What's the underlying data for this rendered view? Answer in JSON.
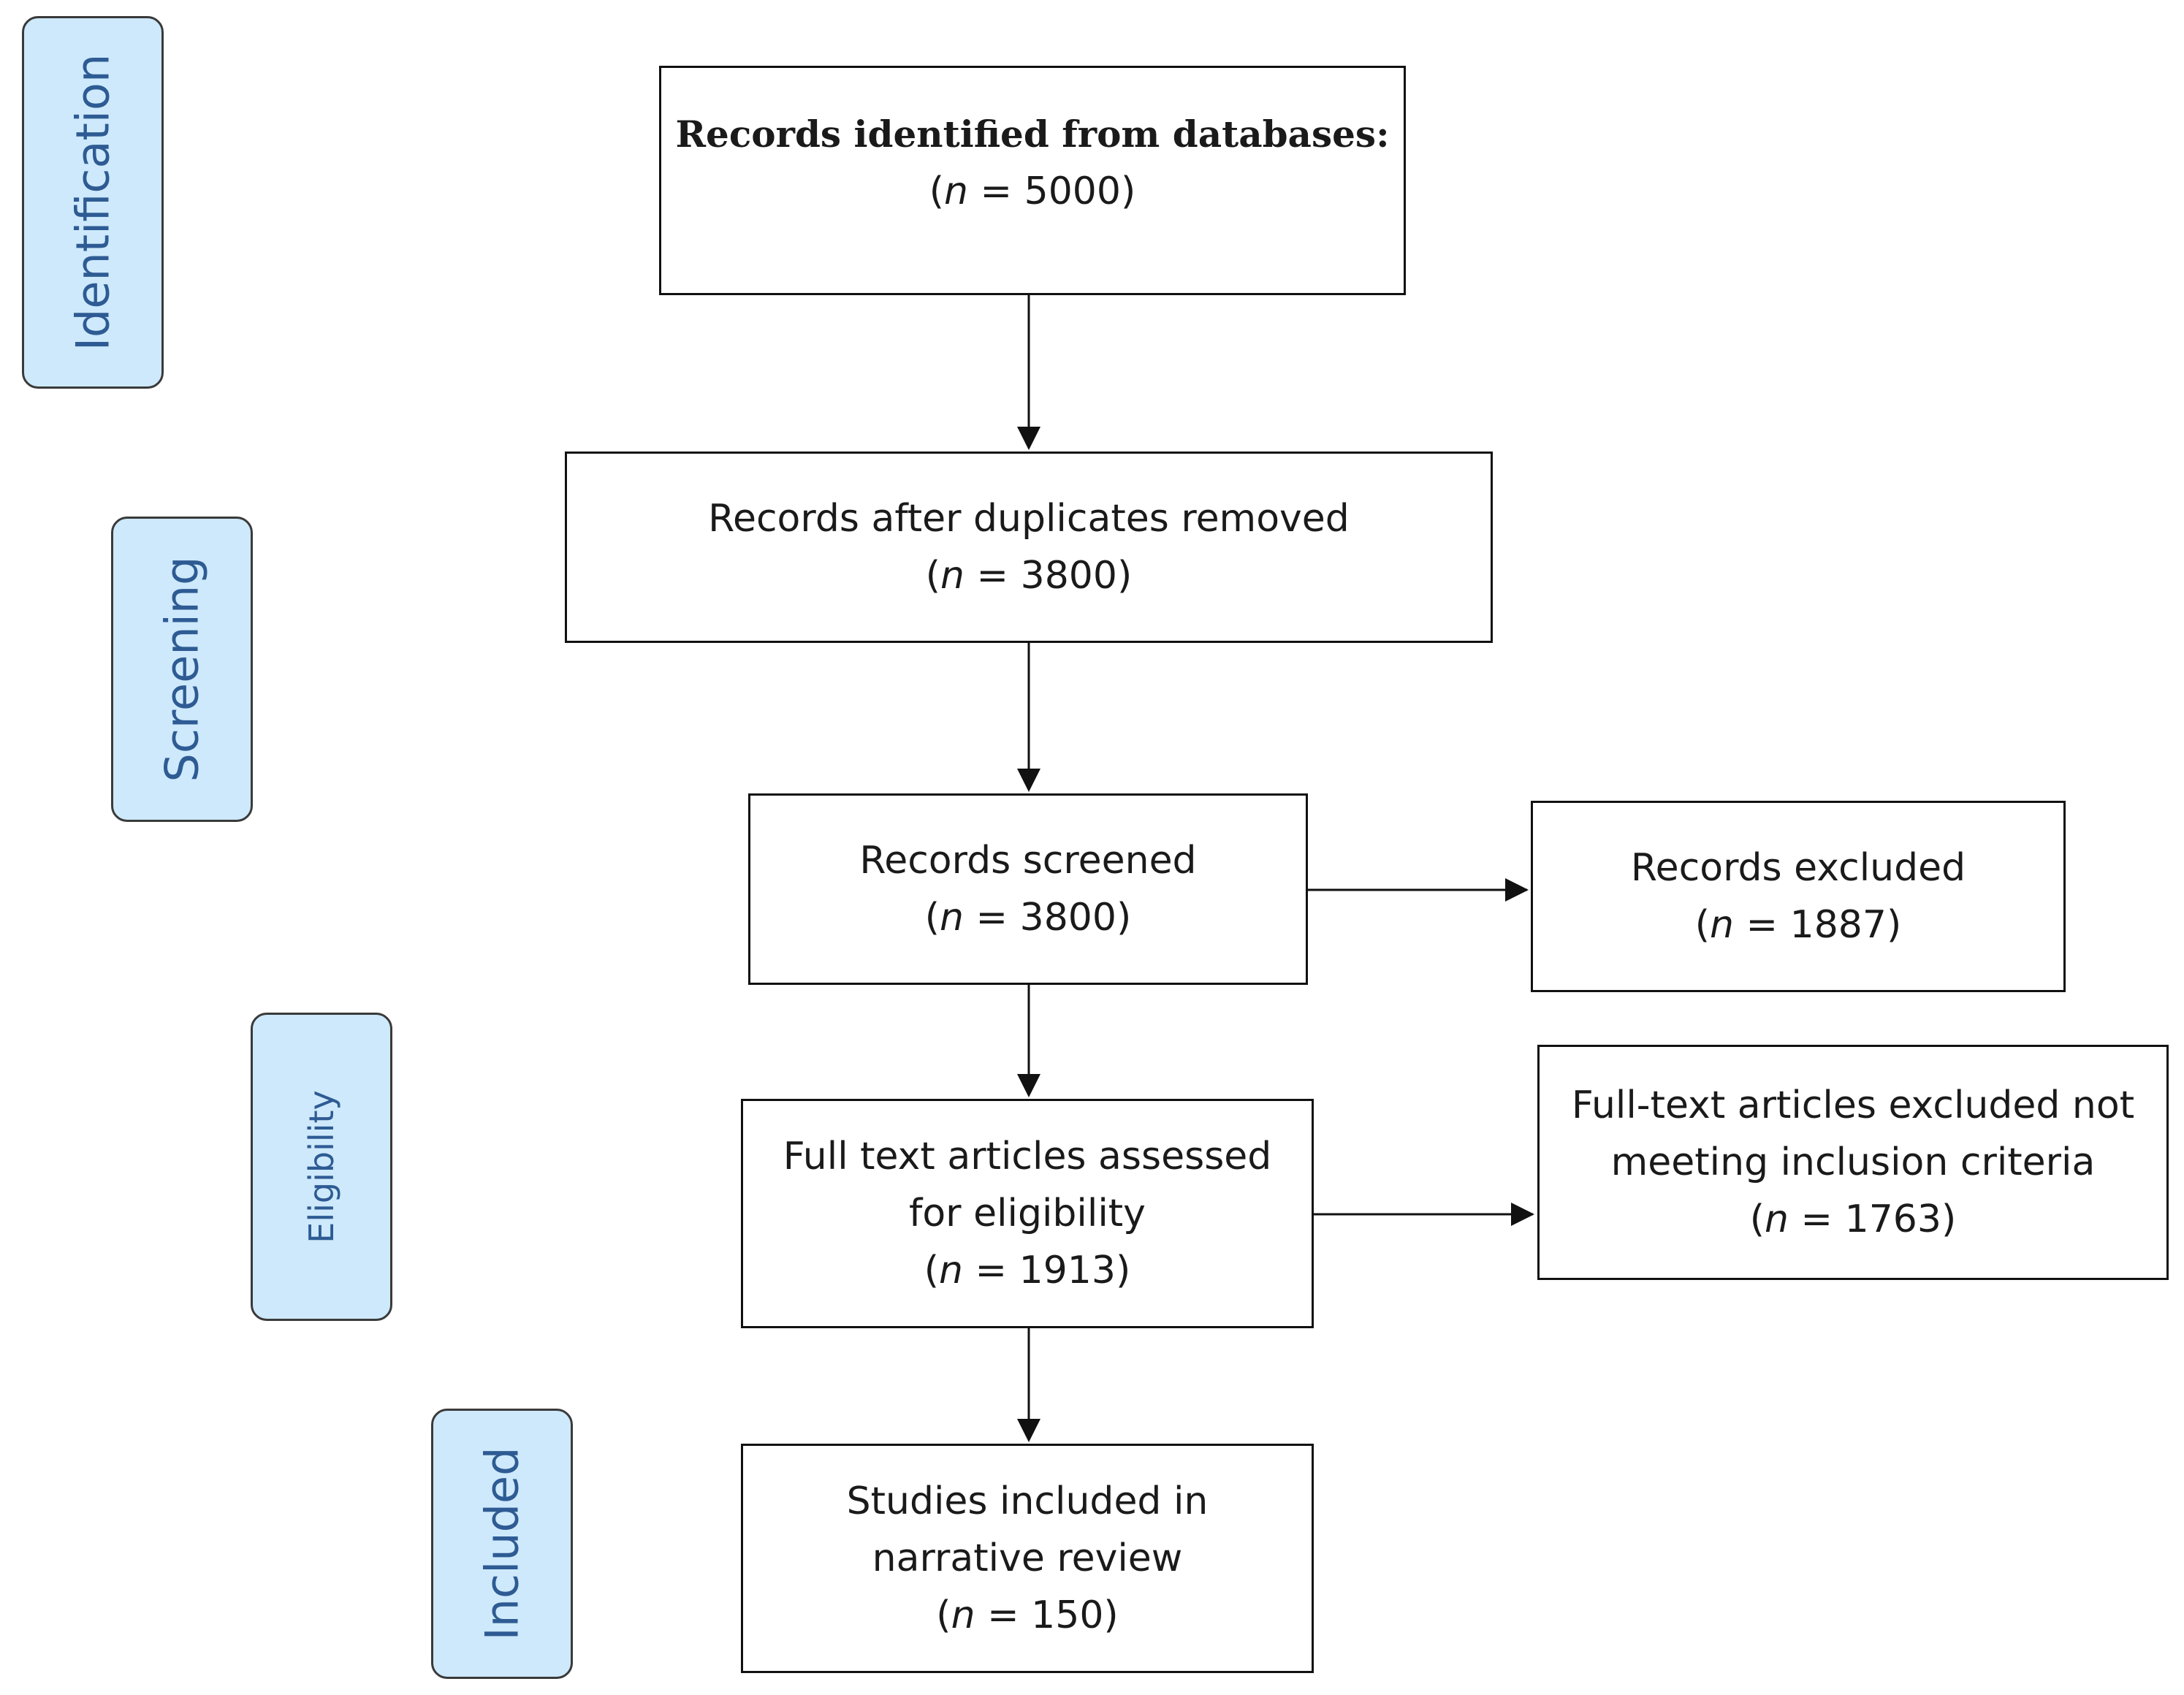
{
  "stages": {
    "identification": "Identification",
    "screening": "Screening",
    "eligibility": "Eligibility",
    "included": "Included"
  },
  "boxes": {
    "identified": {
      "title": "Records identified from databases:",
      "n_symbol": "n",
      "count": " = 5000)"
    },
    "deduplicated": {
      "title": "Records after duplicates removed",
      "n_symbol": "n",
      "count": " = 3800)"
    },
    "screened": {
      "title": "Records screened",
      "n_symbol": "n",
      "count": " = 3800)"
    },
    "excluded": {
      "title": "Records excluded",
      "n_symbol": "n",
      "count": " = 1887)"
    },
    "full_text": {
      "line1": "Full text articles assessed",
      "line2": "for eligibility",
      "n_symbol": "n",
      "count": " = 1913)"
    },
    "full_text_excluded": {
      "line1": "Full-text articles excluded not",
      "line2": "meeting inclusion criteria",
      "n_symbol": "n",
      "count": " = 1763)"
    },
    "included": {
      "line1": "Studies included in",
      "line2": "narrative review",
      "n_symbol": "n",
      "count": " = 150)"
    }
  },
  "colors": {
    "stage_fill": "#cde9fb",
    "stage_text": "#2e5b93",
    "line": "#111111"
  }
}
